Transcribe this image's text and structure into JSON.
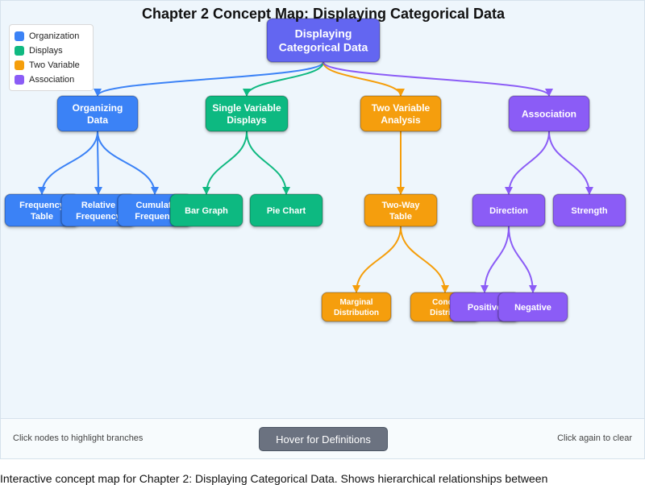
{
  "title": "Chapter 2 Concept Map: Displaying Categorical Data",
  "legend": [
    {
      "label": "Organization",
      "color": "#3b82f6"
    },
    {
      "label": "Displays",
      "color": "#10b981"
    },
    {
      "label": "Two Variable",
      "color": "#f59e0b"
    },
    {
      "label": "Association",
      "color": "#8b5cf6"
    }
  ],
  "colors": {
    "root": "#6366f1",
    "organization": "#3b82f6",
    "displays": "#10b981",
    "two_variable": "#f59e0b",
    "association": "#8b5cf6"
  },
  "nodes": [
    {
      "id": "root",
      "lines": [
        "Displaying",
        "Categorical Data"
      ],
      "group": "root"
    },
    {
      "id": "organizing",
      "lines": [
        "Organizing",
        "Data"
      ],
      "group": "organization",
      "parent": "root"
    },
    {
      "id": "single",
      "lines": [
        "Single Variable",
        "Displays"
      ],
      "group": "displays",
      "parent": "root"
    },
    {
      "id": "twovar",
      "lines": [
        "Two Variable",
        "Analysis"
      ],
      "group": "two_variable",
      "parent": "root"
    },
    {
      "id": "association",
      "lines": [
        "Association"
      ],
      "group": "association",
      "parent": "root"
    },
    {
      "id": "freq",
      "lines": [
        "Frequency",
        "Table"
      ],
      "group": "organization",
      "parent": "organizing"
    },
    {
      "id": "relfreq",
      "lines": [
        "Relative",
        "Frequency"
      ],
      "group": "organization",
      "parent": "organizing"
    },
    {
      "id": "cumfreq",
      "lines": [
        "Cumulati",
        "Frequenc"
      ],
      "group": "organization",
      "parent": "organizing"
    },
    {
      "id": "bar",
      "lines": [
        "Bar Graph"
      ],
      "group": "displays",
      "parent": "single"
    },
    {
      "id": "pie",
      "lines": [
        "Pie Chart"
      ],
      "group": "displays",
      "parent": "single"
    },
    {
      "id": "twoway",
      "lines": [
        "Two-Way",
        "Table"
      ],
      "group": "two_variable",
      "parent": "twovar"
    },
    {
      "id": "direction",
      "lines": [
        "Direction"
      ],
      "group": "association",
      "parent": "association"
    },
    {
      "id": "strength",
      "lines": [
        "Strength"
      ],
      "group": "association",
      "parent": "association"
    },
    {
      "id": "marginal",
      "lines": [
        "Marginal",
        "Distribution"
      ],
      "group": "two_variable",
      "parent": "twoway"
    },
    {
      "id": "conditional",
      "lines": [
        "Condit",
        "Distribu"
      ],
      "group": "two_variable",
      "parent": "twoway"
    },
    {
      "id": "positive",
      "lines": [
        "Positive"
      ],
      "group": "association",
      "parent": "direction"
    },
    {
      "id": "negative",
      "lines": [
        "Negative"
      ],
      "group": "association",
      "parent": "direction"
    }
  ],
  "footer": {
    "left_hint": "Click nodes to highlight branches",
    "button_label": "Hover for Definitions",
    "right_hint": "Click again to clear"
  },
  "caption": "Interactive concept map for Chapter 2: Displaying Categorical Data. Shows hierarchical relationships between"
}
